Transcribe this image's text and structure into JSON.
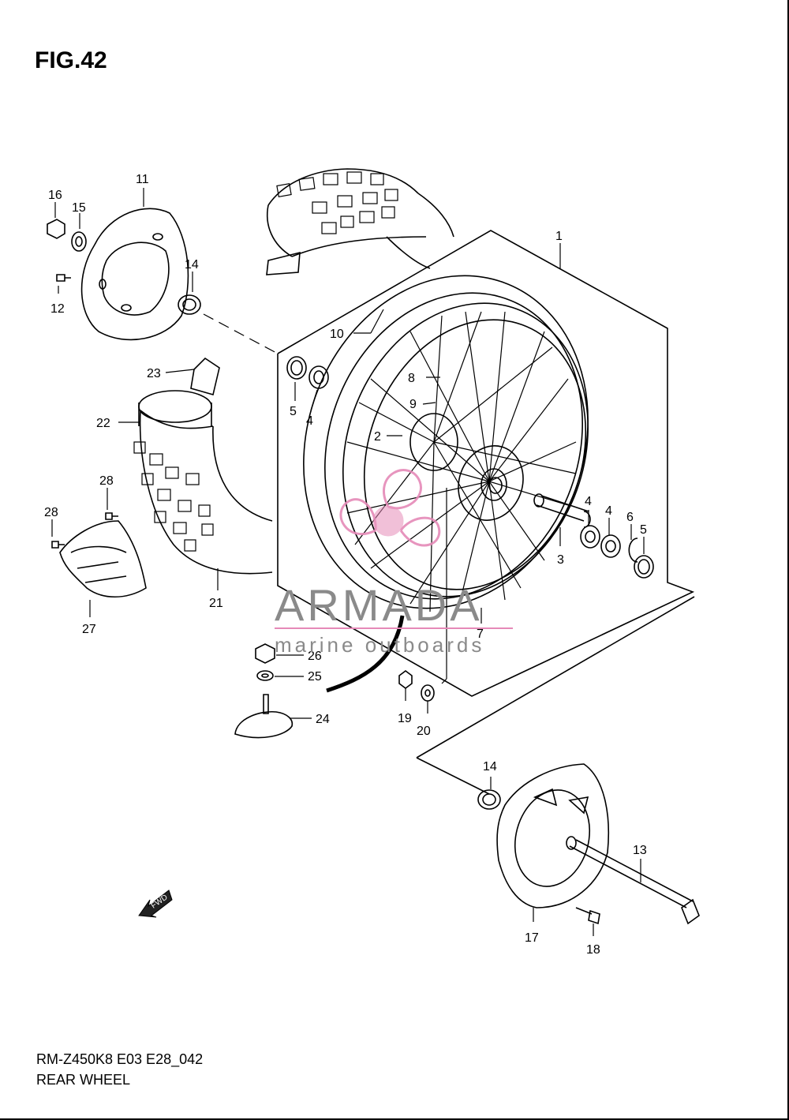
{
  "figure": {
    "title": "FIG.42",
    "model_code": "RM-Z450K8 E03 E28_042",
    "section_name": "REAR WHEEL"
  },
  "watermark": {
    "brand": "ARMADA",
    "tagline": "marine outboards",
    "logo_color": "#e58ab8",
    "text_color": "#8a8a8a"
  },
  "fwd_arrow": {
    "label": "FWD"
  },
  "part_labels": [
    "1",
    "2",
    "3",
    "4",
    "4",
    "4",
    "5",
    "5",
    "6",
    "7",
    "8",
    "9",
    "10",
    "11",
    "12",
    "13",
    "14",
    "14",
    "15",
    "16",
    "17",
    "18",
    "19",
    "20",
    "21",
    "22",
    "23",
    "24",
    "25",
    "26",
    "27",
    "28",
    "28"
  ]
}
